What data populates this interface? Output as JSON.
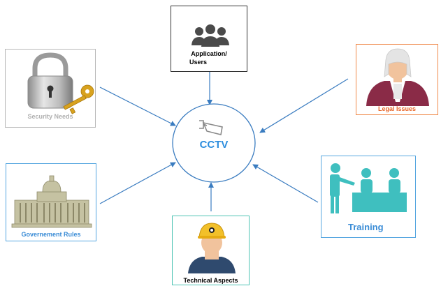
{
  "center": {
    "label": "CCTV",
    "icon": "cctv-camera-icon"
  },
  "nodes": {
    "application_users": {
      "label_line1": "Application/",
      "label_line2": "Users",
      "icon": "users-group-icon"
    },
    "security_needs": {
      "label": "Security Needs",
      "icon": "padlock-key-icon"
    },
    "legal_issues": {
      "label": "Legal Issues",
      "icon": "judge-icon"
    },
    "government_rules": {
      "label": "Governement Rules",
      "icon": "government-building-icon"
    },
    "training": {
      "label": "Training",
      "icon": "training-classroom-icon"
    },
    "technical_aspects": {
      "label": "Technical Aspects",
      "icon": "engineer-hardhat-icon"
    }
  },
  "colors": {
    "arrow": "#3a7cc0",
    "center_label": "#2e8ede",
    "security_border": "#b8b8b8",
    "legal_border": "#f08a4b",
    "legal_label": "#e8672a",
    "government_border": "#55a6e0",
    "government_label": "#3a8cd6",
    "training_border": "#55a6e0",
    "training_label": "#3a8cd6",
    "teal": "#3fbfbf",
    "technical_border": "#4ec4b4"
  }
}
